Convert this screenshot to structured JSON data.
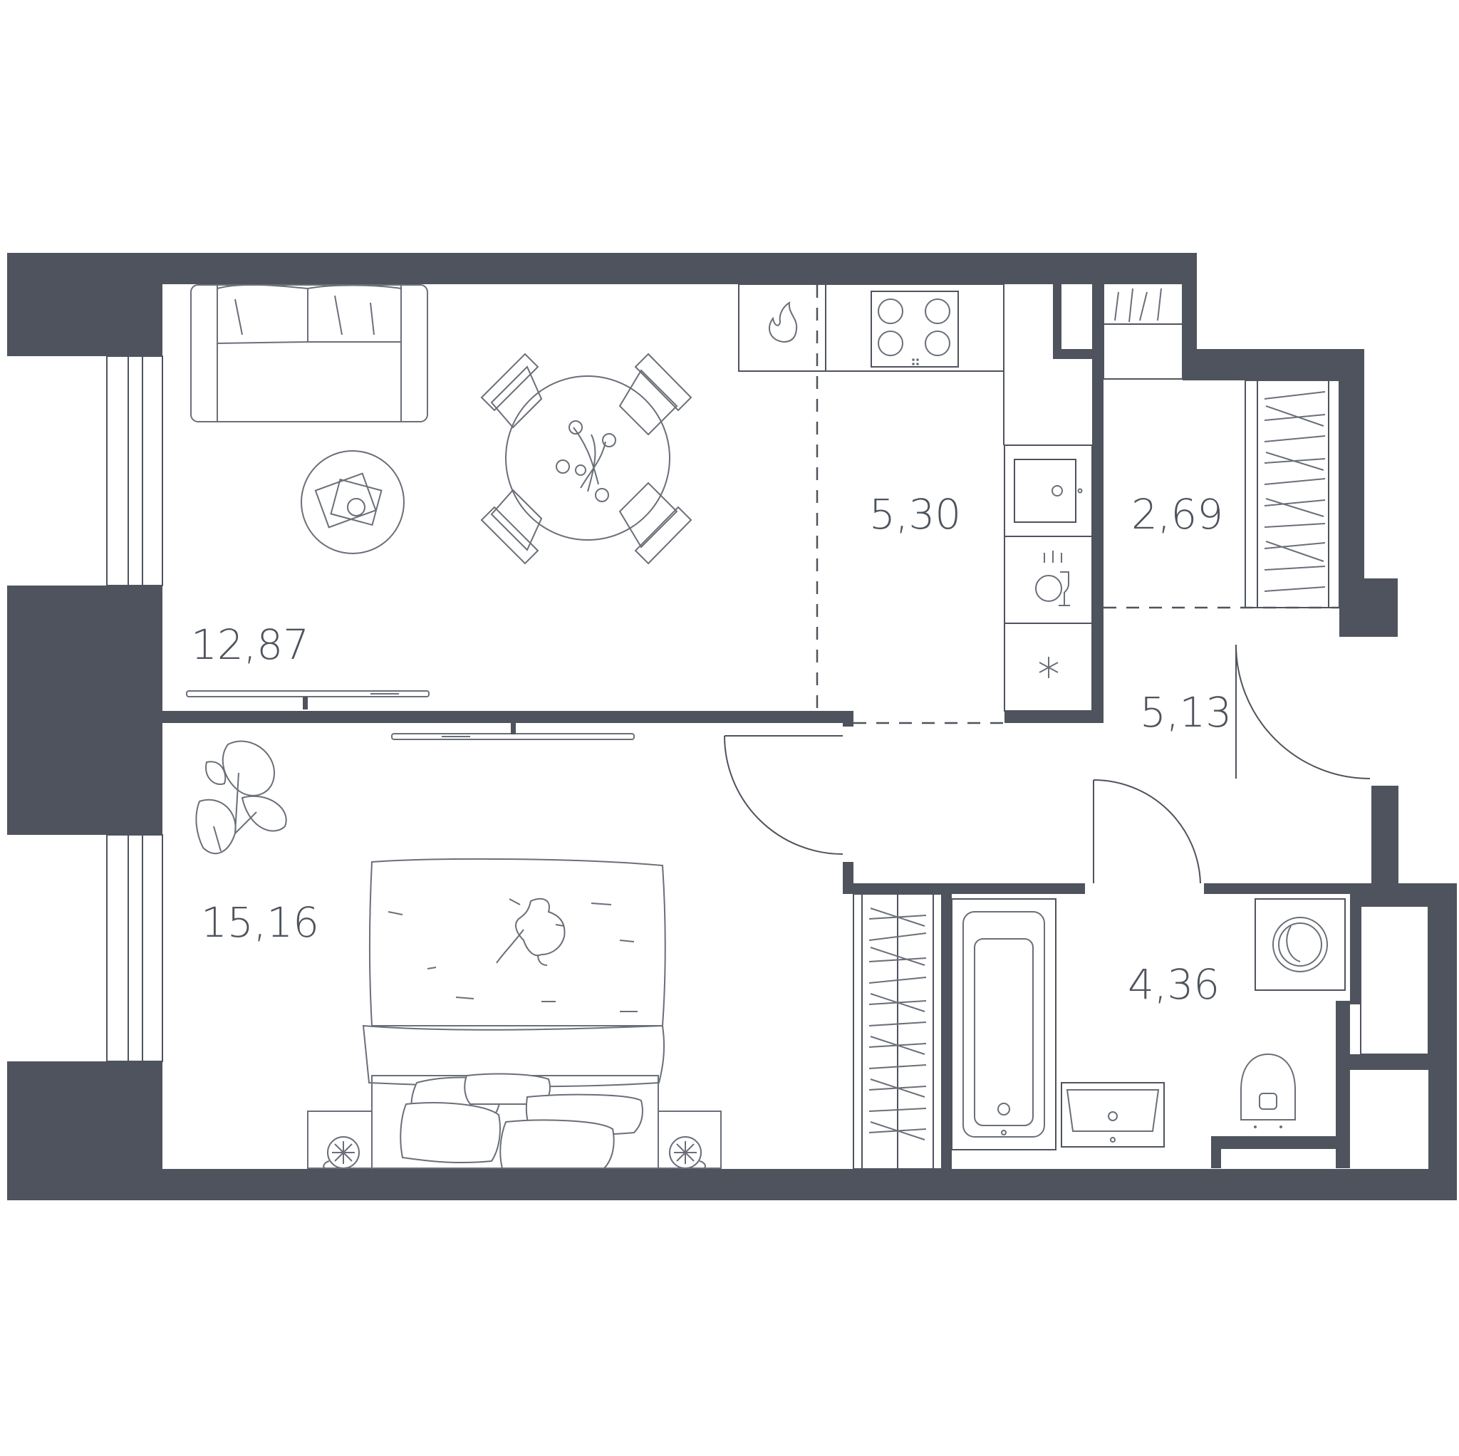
{
  "colors": {
    "wall": "#4e535d",
    "line": "#6a6f78",
    "background": "#ffffff"
  },
  "rooms": {
    "living": {
      "area": "12,87"
    },
    "kitchen": {
      "area": "5,30"
    },
    "wardrobe": {
      "area": "2,69"
    },
    "hall": {
      "area": "5,13"
    },
    "bedroom": {
      "area": "15,16"
    },
    "bathroom": {
      "area": "4,36"
    }
  },
  "icons": [
    "stove-flame-icon",
    "cooktop-icon",
    "sink-icon",
    "dishwasher-icon",
    "fridge-icon",
    "sofa-icon",
    "coffee-table-icon",
    "dining-table-icon",
    "chair-icon",
    "tv-icon",
    "plant-icon",
    "bed-icon",
    "cat-icon",
    "bedside-lamp-icon",
    "bathtub-icon",
    "washbasin-icon",
    "toilet-icon",
    "washing-machine-icon",
    "wardrobe-icon"
  ]
}
